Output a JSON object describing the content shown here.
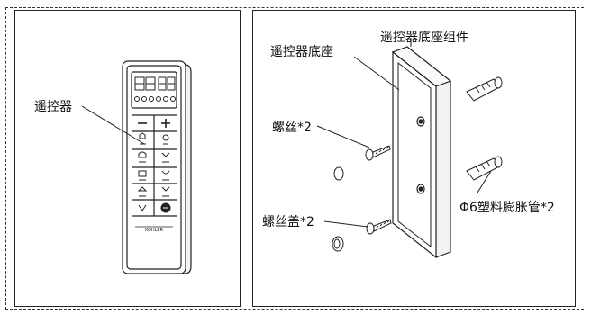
{
  "left_panel": {
    "remote_label": "遥控器",
    "brand_mark": "KOHLER"
  },
  "right_panel": {
    "base_label": "遥控器底座",
    "base_assembly_label": "遥控器底座组件",
    "screw_label": "螺丝*2",
    "screw_cap_label": "螺丝盖*2",
    "anchor_label": "Φ6塑料膨胀管*2"
  }
}
